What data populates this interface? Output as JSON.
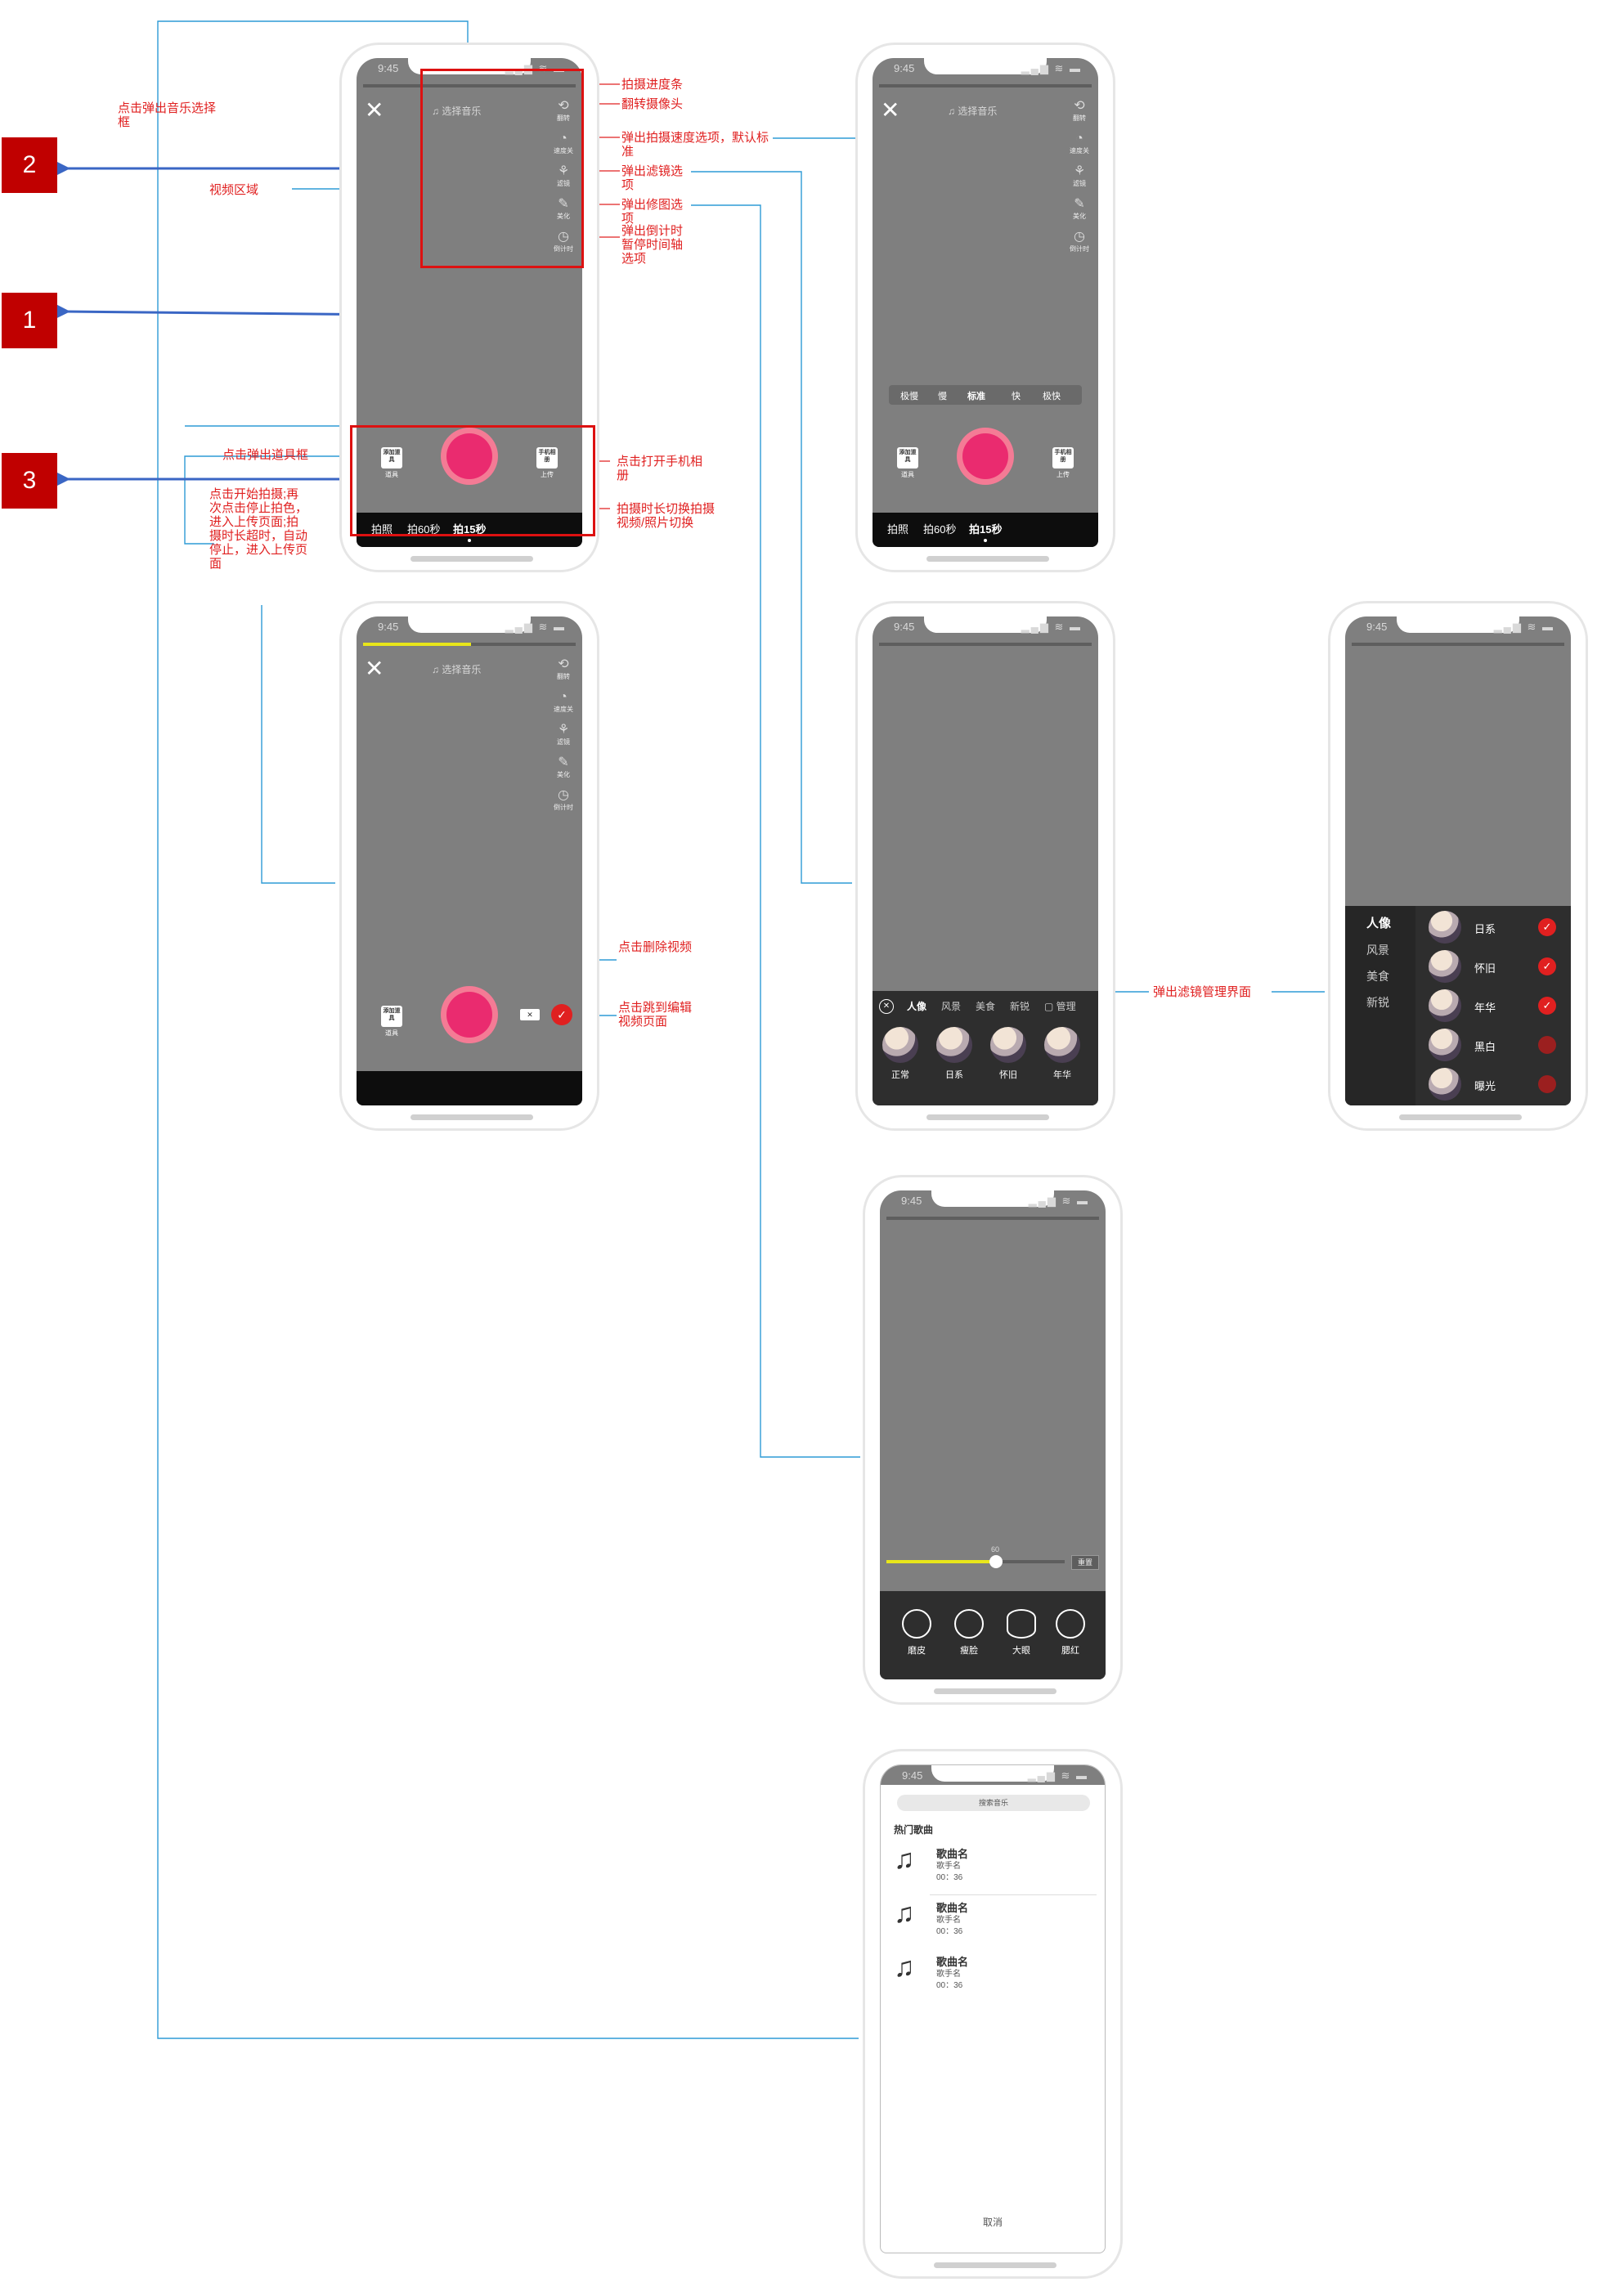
{
  "phone_common": {
    "time": "9:45",
    "signal": "▂▄▆ ≋ ▬",
    "music_label": "♫ 选择音乐",
    "close": "✕",
    "right_menu": [
      "翻转",
      "速度关",
      "滤镜",
      "美化",
      "倒计时"
    ],
    "mode_tabs": [
      "拍照",
      "拍60秒",
      "拍15秒"
    ],
    "props_button": "添加道具",
    "props_label": "道具",
    "album_button": "手机相册",
    "album_label": "上传"
  },
  "badges": [
    "2",
    "1",
    "3"
  ],
  "annotations": {
    "music_popup": "点击弹出音乐选择框",
    "video_area": "视频区域",
    "progress": "拍摄进度条",
    "flip": "翻转摄像头",
    "speed": "弹出拍摄速度选项，默认标准",
    "filter": "弹出滤镜选项",
    "retouch": "弹出修图选项",
    "countdown": "弹出倒计时暂停时间轴选项",
    "props": "点击弹出道具框",
    "shoot": "点击开始拍摄;再次点击停止拍色，进入上传页面;拍摄时长超时，自动停止，进入上传页面",
    "album": "点击打开手机相册",
    "duration": "拍摄时长切换拍摄视频/照片切换",
    "delete": "点击删除视频",
    "edit": "点击跳到编辑视频页面",
    "filter_manage": "弹出滤镜管理界面"
  },
  "speed_options": [
    "极慢",
    "慢",
    "标准",
    "快",
    "极快"
  ],
  "filter_tabs": [
    "人像",
    "风景",
    "美食",
    "新锐",
    "管理"
  ],
  "filter_thumbs": [
    "正常",
    "日系",
    "怀旧",
    "年华"
  ],
  "filter_manage": {
    "categories": [
      "人像",
      "风景",
      "美食",
      "新锐"
    ],
    "items": [
      {
        "name": "日系",
        "checked": true
      },
      {
        "name": "怀旧",
        "checked": true
      },
      {
        "name": "年华",
        "checked": true
      },
      {
        "name": "黑白",
        "checked": false
      },
      {
        "name": "曝光",
        "checked": false
      }
    ]
  },
  "retouch": {
    "slider_value": "60",
    "reset": "重置",
    "tools": [
      "磨皮",
      "瘦脸",
      "大眼",
      "腮红"
    ]
  },
  "music_select": {
    "search": "搜索音乐",
    "section": "热门歌曲",
    "songs": [
      {
        "title": "歌曲名",
        "artist": "歌手名",
        "duration": "00：36"
      },
      {
        "title": "歌曲名",
        "artist": "歌手名",
        "duration": "00：36"
      },
      {
        "title": "歌曲名",
        "artist": "歌手名",
        "duration": "00：36"
      }
    ],
    "cancel": "取消"
  },
  "colors": {
    "accent_red": "#e02020",
    "badge": "#c00000",
    "connector": "#2e9bd6",
    "record": "#ea2b6f",
    "progress_yellow": "#e8e61a"
  }
}
